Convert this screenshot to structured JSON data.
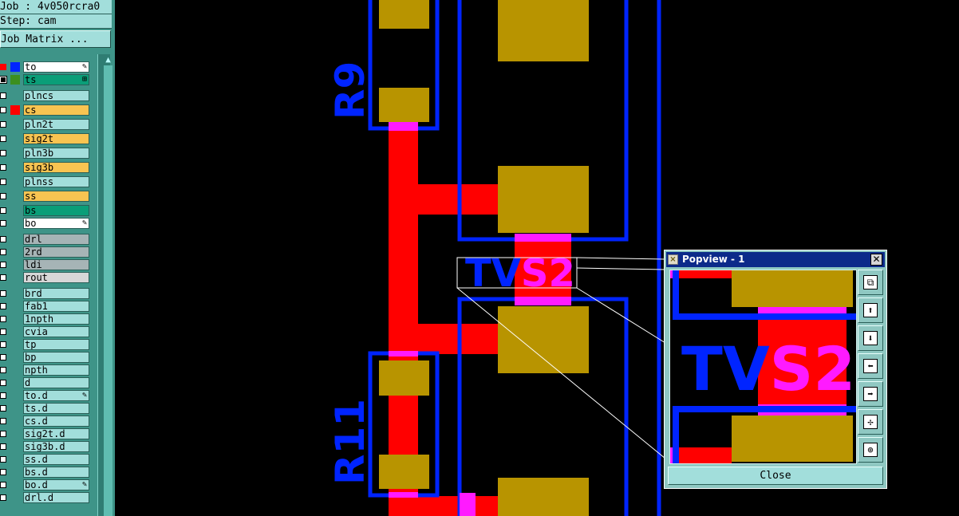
{
  "header": {
    "job_line": "Job : 4v050rcra0",
    "step_line": "Step: cam",
    "matrix_button": "Job Matrix ..."
  },
  "layers": [
    {
      "name": "to",
      "check": "red",
      "swatch": "#0024ff",
      "label_style": "white",
      "mark": "pen"
    },
    {
      "name": "ts",
      "check": "blk",
      "swatch": "#3c8f1e",
      "label_style": "green",
      "mark": "grid"
    },
    {
      "name": "plncs",
      "check": "off",
      "swatch": "",
      "label_style": "cyan",
      "mark": ""
    },
    {
      "name": "cs",
      "check": "off",
      "swatch": "#ff0000",
      "label_style": "orange",
      "mark": ""
    },
    {
      "name": "pln2t",
      "check": "off",
      "swatch": "",
      "label_style": "cyan",
      "mark": ""
    },
    {
      "name": "sig2t",
      "check": "off",
      "swatch": "",
      "label_style": "orange",
      "mark": ""
    },
    {
      "name": "pln3b",
      "check": "off",
      "swatch": "",
      "label_style": "cyan",
      "mark": ""
    },
    {
      "name": "sig3b",
      "check": "off",
      "swatch": "",
      "label_style": "orange",
      "mark": ""
    },
    {
      "name": "plnss",
      "check": "off",
      "swatch": "",
      "label_style": "cyan",
      "mark": ""
    },
    {
      "name": "ss",
      "check": "off",
      "swatch": "",
      "label_style": "orange",
      "mark": ""
    },
    {
      "name": "bs",
      "check": "off",
      "swatch": "",
      "label_style": "green",
      "mark": ""
    },
    {
      "name": "bo",
      "check": "off",
      "swatch": "",
      "label_style": "white",
      "mark": "pen"
    },
    {
      "name": "drl",
      "check": "off",
      "swatch": "",
      "label_style": "grey",
      "mark": ""
    },
    {
      "name": "2rd",
      "check": "off",
      "swatch": "",
      "label_style": "grey",
      "mark": ""
    },
    {
      "name": "ldi",
      "check": "off",
      "swatch": "",
      "label_style": "grey",
      "mark": ""
    },
    {
      "name": "rout",
      "check": "off",
      "swatch": "",
      "label_style": "lgrey",
      "mark": ""
    },
    {
      "name": "brd",
      "check": "off",
      "swatch": "",
      "label_style": "cyan",
      "mark": ""
    },
    {
      "name": "fab1",
      "check": "off",
      "swatch": "",
      "label_style": "cyan",
      "mark": ""
    },
    {
      "name": "1npth",
      "check": "off",
      "swatch": "",
      "label_style": "cyan",
      "mark": ""
    },
    {
      "name": "cvia",
      "check": "off",
      "swatch": "",
      "label_style": "cyan",
      "mark": ""
    },
    {
      "name": "tp",
      "check": "off",
      "swatch": "",
      "label_style": "cyan",
      "mark": ""
    },
    {
      "name": "bp",
      "check": "off",
      "swatch": "",
      "label_style": "cyan",
      "mark": ""
    },
    {
      "name": "npth",
      "check": "off",
      "swatch": "",
      "label_style": "cyan",
      "mark": ""
    },
    {
      "name": "d",
      "check": "off",
      "swatch": "",
      "label_style": "cyan",
      "mark": ""
    },
    {
      "name": "to.d",
      "check": "off",
      "swatch": "",
      "label_style": "cyan",
      "mark": "pen"
    },
    {
      "name": "ts.d",
      "check": "off",
      "swatch": "",
      "label_style": "cyan",
      "mark": ""
    },
    {
      "name": "cs.d",
      "check": "off",
      "swatch": "",
      "label_style": "cyan",
      "mark": ""
    },
    {
      "name": "sig2t.d",
      "check": "off",
      "swatch": "",
      "label_style": "cyan",
      "mark": ""
    },
    {
      "name": "sig3b.d",
      "check": "off",
      "swatch": "",
      "label_style": "cyan",
      "mark": ""
    },
    {
      "name": "ss.d",
      "check": "off",
      "swatch": "",
      "label_style": "cyan",
      "mark": ""
    },
    {
      "name": "bs.d",
      "check": "off",
      "swatch": "",
      "label_style": "cyan",
      "mark": ""
    },
    {
      "name": "bo.d",
      "check": "off",
      "swatch": "",
      "label_style": "cyan",
      "mark": "pen"
    },
    {
      "name": "drl.d",
      "check": "off",
      "swatch": "",
      "label_style": "cyan",
      "mark": ""
    }
  ],
  "board": {
    "refdes": {
      "r9": "R9",
      "r11": "R11",
      "tvs_prefix": "TV",
      "tvs_suffix": "S2"
    },
    "colors": {
      "outline": "#0024ff",
      "copper": "#ff0000",
      "pad": "#b89400",
      "overlap": "#ff1aff",
      "background": "#000000"
    }
  },
  "popview": {
    "title": "Popview - 1",
    "close_label": "Close",
    "tools": [
      "zoom-fit-icon",
      "pan-up-icon",
      "pan-down-icon",
      "pan-left-icon",
      "pan-right-icon",
      "zoom-in-icon",
      "zoom-out-icon"
    ]
  }
}
